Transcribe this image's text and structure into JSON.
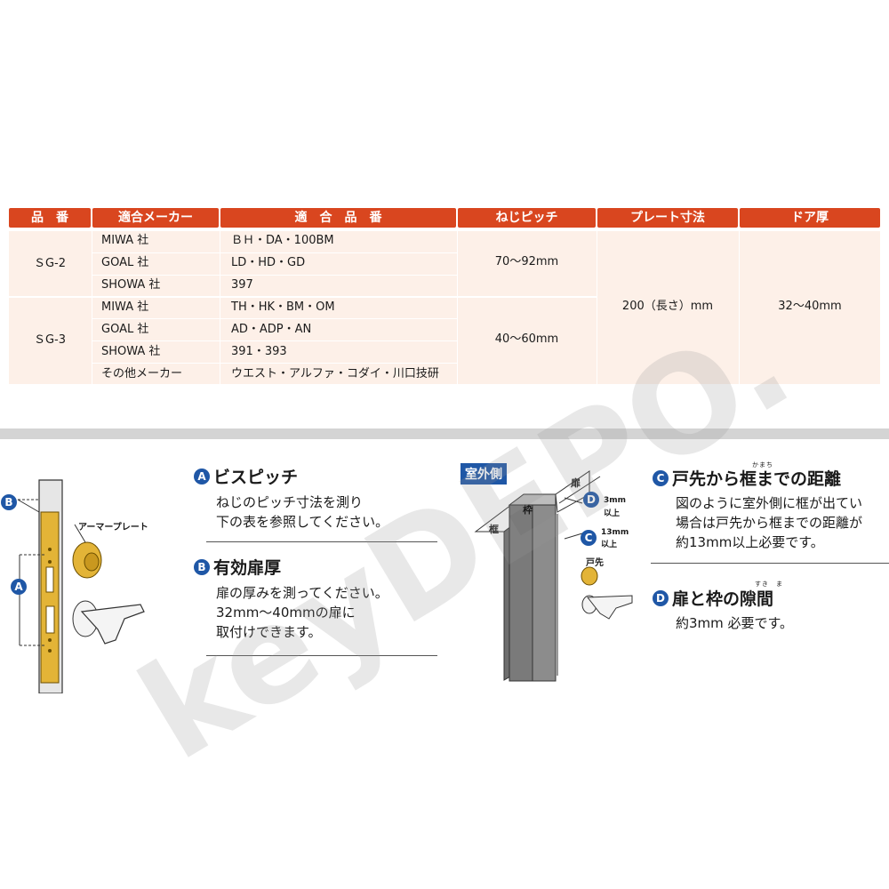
{
  "table": {
    "headers": [
      "品　番",
      "適合メーカー",
      "適　合　品　番",
      "ねじピッチ",
      "プレート寸法",
      "ドア厚"
    ],
    "groups": [
      {
        "model": "ＳG-2",
        "pitch": "70～92mm",
        "rows": [
          {
            "maker": "MIWA 社",
            "parts": "ＢＨ・DA・100BM"
          },
          {
            "maker": "GOAL 社",
            "parts": "LD・HD・GD"
          },
          {
            "maker": "SHOWA 社",
            "parts": "397"
          }
        ]
      },
      {
        "model": "ＳG-3",
        "pitch": "40～60mm",
        "rows": [
          {
            "maker": "MIWA 社",
            "parts": "TH・HK・BM・OM"
          },
          {
            "maker": "GOAL 社",
            "parts": "AD・ADP・AN"
          },
          {
            "maker": "SHOWA 社",
            "parts": "391・393"
          },
          {
            "maker": "その他メーカー",
            "parts": "ウエスト・アルファ・コダイ・川口技研"
          }
        ]
      }
    ],
    "plate": "200（長さ）mm",
    "door": "32～40mm"
  },
  "watermark": "keyDEPO.",
  "left_diagram": {
    "label_b": "B",
    "label_a": "A",
    "armor_plate": "アーマープレート"
  },
  "section_a": {
    "badge": "A",
    "title": "ビスピッチ",
    "lines": [
      "ねじのピッチ寸法を測り",
      "下の表を参照してください。"
    ]
  },
  "section_b": {
    "badge": "B",
    "title": "有効扉厚",
    "lines": [
      "扉の厚みを測ってください。",
      "32mm～40mmの扉に",
      "取付けできます。"
    ]
  },
  "center_diagram": {
    "outside": "室外側",
    "door": "扉",
    "frame_top": "枠",
    "frame_side": "框",
    "label_d": "D",
    "d_value": "3mm",
    "d_unit": "以上",
    "label_c": "C",
    "c_value": "13mm",
    "c_unit": "以上",
    "door_edge": "戸先"
  },
  "section_c": {
    "badge": "C",
    "title": "戸先から框までの距離",
    "ruby": "かまち",
    "lines": [
      "図のように室外側に框が出てい",
      "場合は戸先から框までの距離が",
      "約13mm以上必要です。"
    ]
  },
  "section_d": {
    "badge": "D",
    "title": "扉と枠の隙間",
    "ruby": "すき　ま",
    "lines": [
      "約3mm 必要です。"
    ]
  },
  "colors": {
    "header": "#d9461f",
    "table_bg": "#fdf0e8",
    "badge": "#1f57a6",
    "brass": "#e3b437"
  }
}
